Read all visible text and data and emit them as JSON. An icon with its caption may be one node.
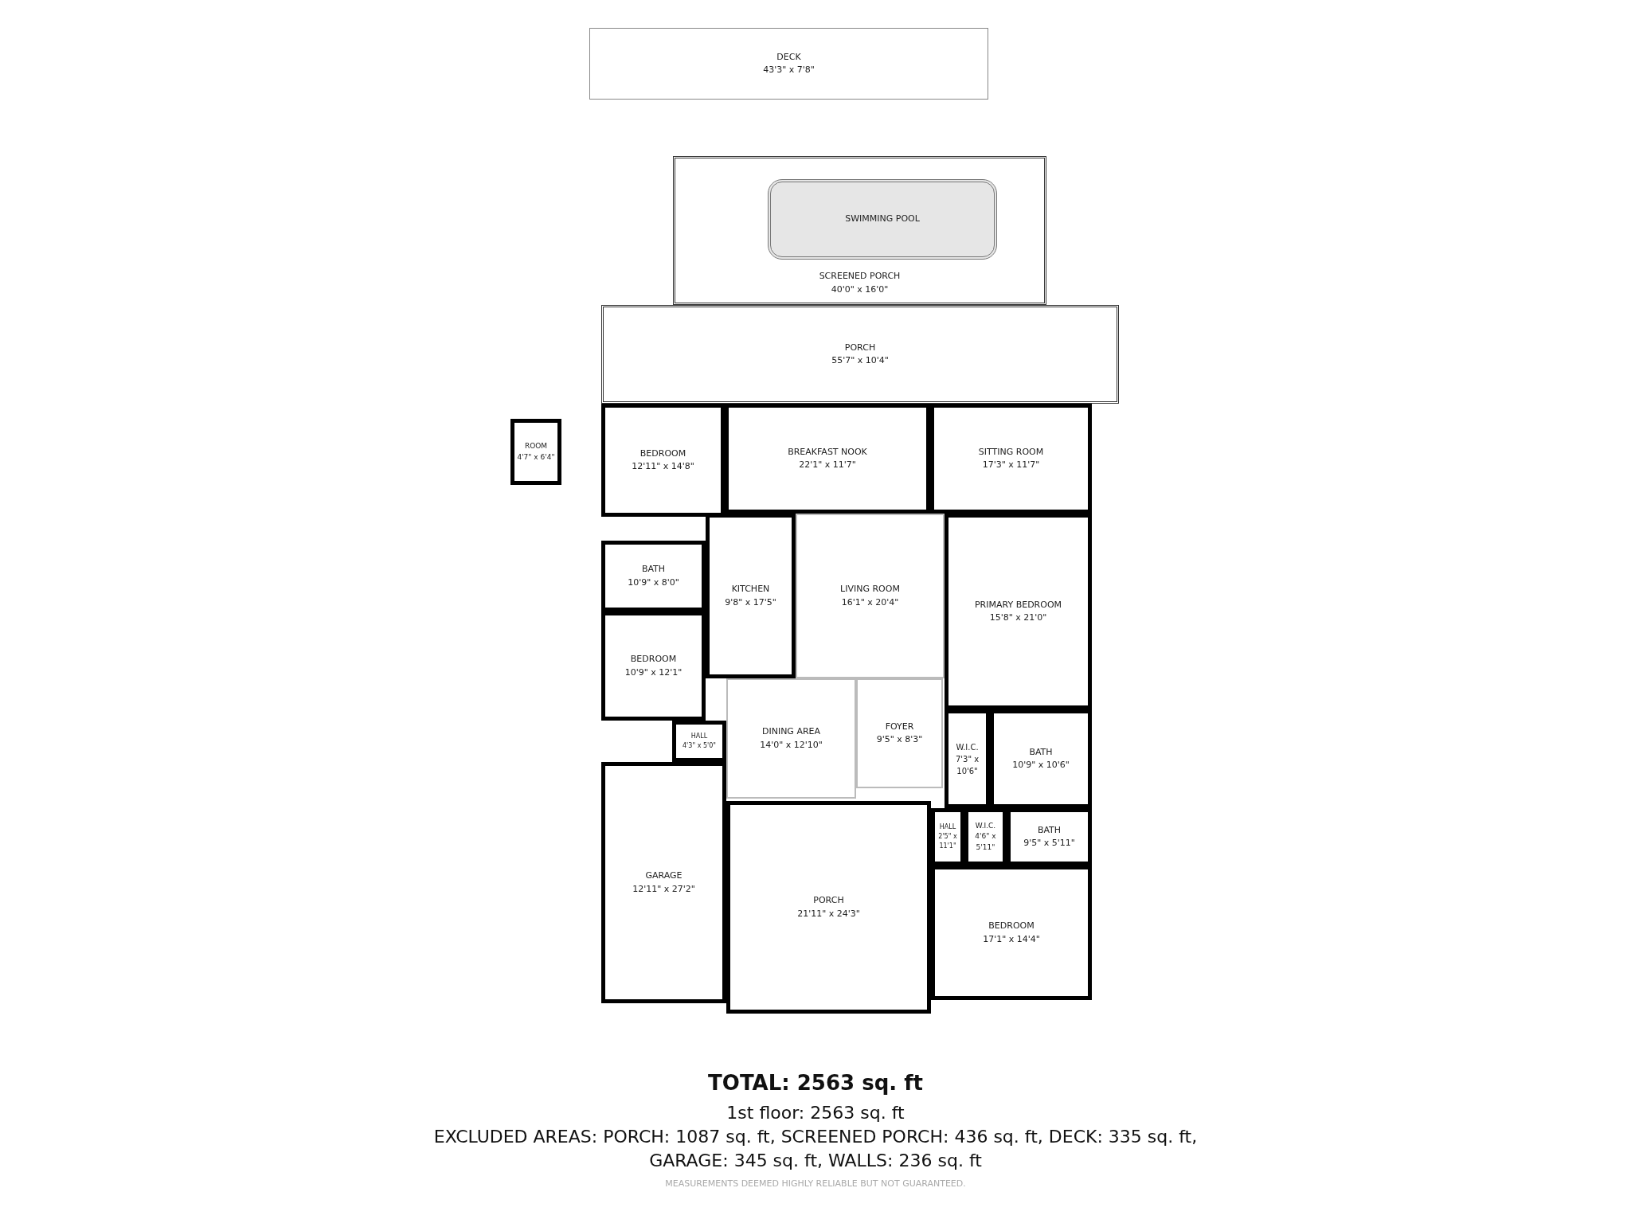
{
  "diagram": {
    "title": "TOTAL: 2563 sq. ft",
    "nodes": [
      {
        "text": [
          "DECK",
          "43'3\" x 7'8\""
        ]
      },
      {
        "text": [
          "SCREENED PORCH",
          "40'0\" x 16'0\""
        ]
      },
      {
        "text": [
          "SWIMMING POOL"
        ],
        "in": 1
      },
      {
        "text": [
          "PORCH",
          "55'7\" x 10'4\""
        ]
      },
      {
        "text": [
          "ROOM",
          "4'7\" x 6'4\""
        ]
      },
      {
        "text": [
          "BEDROOM",
          "12'11\" x 14'8\""
        ]
      },
      {
        "text": [
          "BREAKFAST NOOK",
          "22'1\" x 11'7\""
        ]
      },
      {
        "text": [
          "SITTING ROOM",
          "17'3\" x 11'7\""
        ]
      },
      {
        "text": [
          "BATH",
          "10'9\" x 8'0\""
        ]
      },
      {
        "text": [
          "KITCHEN",
          "9'8\" x 17'5\""
        ]
      },
      {
        "text": [
          "LIVING ROOM",
          "16'1\" x 20'4\""
        ]
      },
      {
        "text": [
          "PRIMARY BEDROOM",
          "15'8\" x 21'0\""
        ]
      },
      {
        "text": [
          "BEDROOM",
          "10'9\" x 12'1\""
        ]
      },
      {
        "text": [
          "HALL",
          "4'3\" x 5'0\""
        ]
      },
      {
        "text": [
          "DINING AREA",
          "14'0\" x 12'10\""
        ]
      },
      {
        "text": [
          "FOYER",
          "9'5\" x 8'3\""
        ]
      },
      {
        "text": [
          "W.I.C.",
          "7'3\" x 10'6\""
        ]
      },
      {
        "text": [
          "BATH",
          "10'9\" x 10'6\""
        ]
      },
      {
        "text": [
          "HALL",
          "2'5\" x 11'1\""
        ]
      },
      {
        "text": [
          "W.I.C.",
          "4'6\" x 5'11\""
        ]
      },
      {
        "text": [
          "BATH",
          "9'5\" x 5'11\""
        ]
      },
      {
        "text": [
          "GARAGE",
          "12'11\" x 27'2\""
        ]
      },
      {
        "text": [
          "PORCH",
          "21'11\" x 24'3\""
        ]
      },
      {
        "text": [
          "BEDROOM",
          "17'1\" x 14'4\""
        ]
      }
    ],
    "labels": [
      "1st floor: 2563 sq. ft",
      "EXCLUDED AREAS: PORCH: 1087 sq. ft, SCREENED PORCH: 436 sq. ft, DECK: 335 sq. ft, GARAGE: 345 sq. ft, WALLS: 236 sq. ft",
      "MEASUREMENTS DEEMED HIGHLY RELIABLE BUT NOT GUARANTEED."
    ]
  }
}
